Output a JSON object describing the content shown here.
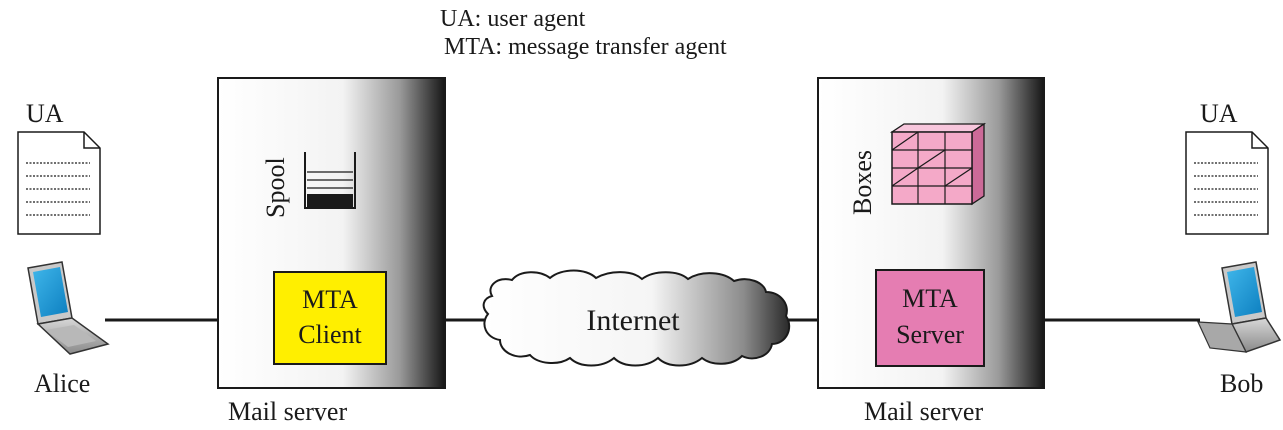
{
  "legend": {
    "line1": "UA: user agent",
    "line2": "MTA: message transfer agent"
  },
  "left": {
    "ua_label": "UA",
    "user_name": "Alice",
    "server_label": "Mail server",
    "storage_label": "Spool",
    "mta_line1": "MTA",
    "mta_line2": "Client"
  },
  "middle": {
    "cloud_label": "Internet"
  },
  "right": {
    "ua_label": "UA",
    "user_name": "Bob",
    "server_label": "Mail server",
    "storage_label": "Boxes",
    "mta_line1": "MTA",
    "mta_line2": "Server"
  },
  "colors": {
    "mta_client": "#ffef00",
    "mta_server": "#e57db2",
    "boxes": "#f4a9c8",
    "laptop_screen": "#1e9bd7",
    "line": "#1a1a1a"
  }
}
